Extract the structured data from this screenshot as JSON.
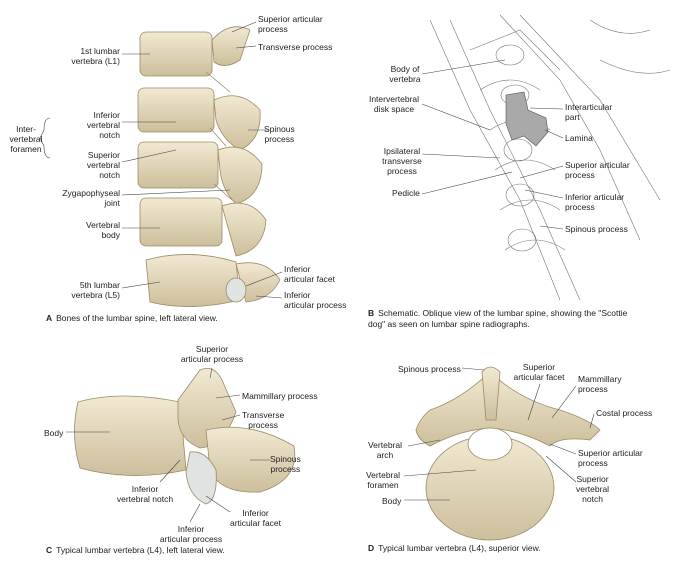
{
  "panel_a": {
    "caption_letter": "A",
    "caption": "Bones of the lumbar spine, left lateral view.",
    "labels": {
      "superior_articular_process": "Superior articular\nprocess",
      "transverse_process": "Transverse process",
      "first_lumbar": "1st lumbar\nvertebra (L1)",
      "inferior_vertebral_notch": "Inferior\nvertebral\nnotch",
      "intervertebral_foramen": "Inter-\nvertebral\nforamen",
      "superior_vertebral_notch": "Superior\nvertebral\nnotch",
      "spinous_process": "Spinous\nprocess",
      "zygapophyseal_joint": "Zygapophyseal\njoint",
      "vertebral_body": "Vertebral\nbody",
      "fifth_lumbar": "5th lumbar\nvertebra (L5)",
      "inferior_articular_facet": "Inferior\narticular facet",
      "inferior_articular_process": "Inferior\narticular process"
    }
  },
  "panel_b": {
    "caption_letter": "B",
    "caption": "Schematic. Oblique view of the lumbar spine, showing the \"Scottie\ndog\" as seen on lumbar spine radiographs.",
    "labels": {
      "body_of_vertebra": "Body of\nvertebra",
      "intervertebral_disk_space": "Intervertebral\ndisk space",
      "ipsilateral_transverse_process": "Ipsilateral\ntransverse\nprocess",
      "pedicle": "Pedicle",
      "interarticular_part": "Interarticular\npart",
      "lamina": "Lamina",
      "superior_articular_process": "Superior articular\nprocess",
      "inferior_articular_process": "Inferior articular\nprocess",
      "spinous_process": "Spinous process"
    }
  },
  "panel_c": {
    "caption_letter": "C",
    "caption": "Typical lumbar vertebra (L4), left lateral view.",
    "labels": {
      "superior_articular_process": "Superior\narticular process",
      "mammillary_process": "Mammillary process",
      "transverse_process": "Transverse\nprocess",
      "body": "Body",
      "spinous_process": "Spinous\nprocess",
      "inferior_vertebral_notch": "Inferior\nvertebral notch",
      "inferior_articular_facet": "Inferior\narticular facet",
      "inferior_articular_process": "Inferior\narticular process"
    }
  },
  "panel_d": {
    "caption_letter": "D",
    "caption": "Typical lumbar vertebra (L4), superior view.",
    "labels": {
      "spinous_process": "Spinous process",
      "superior_articular_facet": "Superior\narticular facet",
      "mammillary_process": "Mammillary\nprocess",
      "costal_process": "Costal process",
      "vertebral_arch": "Vertebral\narch",
      "superior_articular_process": "Superior articular\nprocess",
      "vertebral_foramen": "Vertebral\nforamen",
      "superior_vertebral_notch": "Superior\nvertebral\nnotch",
      "body": "Body"
    }
  },
  "colors": {
    "bone": "#e8dec3",
    "bone_stroke": "#9c8a66",
    "scottie": "#a9a9a9"
  }
}
